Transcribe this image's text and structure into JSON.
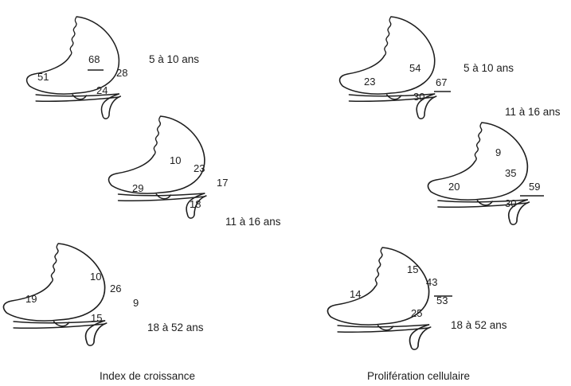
{
  "figure": {
    "left_panel": {
      "caption": "Index de croissance",
      "diagrams": [
        {
          "age": "5 à 10 ans",
          "values": [
            "68",
            "51",
            "28",
            "24"
          ]
        },
        {
          "age": "11 à 16 ans",
          "values": [
            "10",
            "23",
            "29",
            "17",
            "18"
          ]
        },
        {
          "age": "18 à 52 ans",
          "values": [
            "10",
            "26",
            "19",
            "9",
            "15"
          ]
        }
      ]
    },
    "right_panel": {
      "caption": "Prolifération cellulaire",
      "diagrams": [
        {
          "age": "5 à 10 ans",
          "values": [
            "54",
            "23",
            "67",
            "30"
          ]
        },
        {
          "age": "11 à 16 ans",
          "values": [
            "9",
            "35",
            "20",
            "59",
            "30"
          ]
        },
        {
          "age": "18 à 52 ans",
          "values": [
            "15",
            "43",
            "14",
            "53",
            "25"
          ]
        }
      ]
    }
  }
}
